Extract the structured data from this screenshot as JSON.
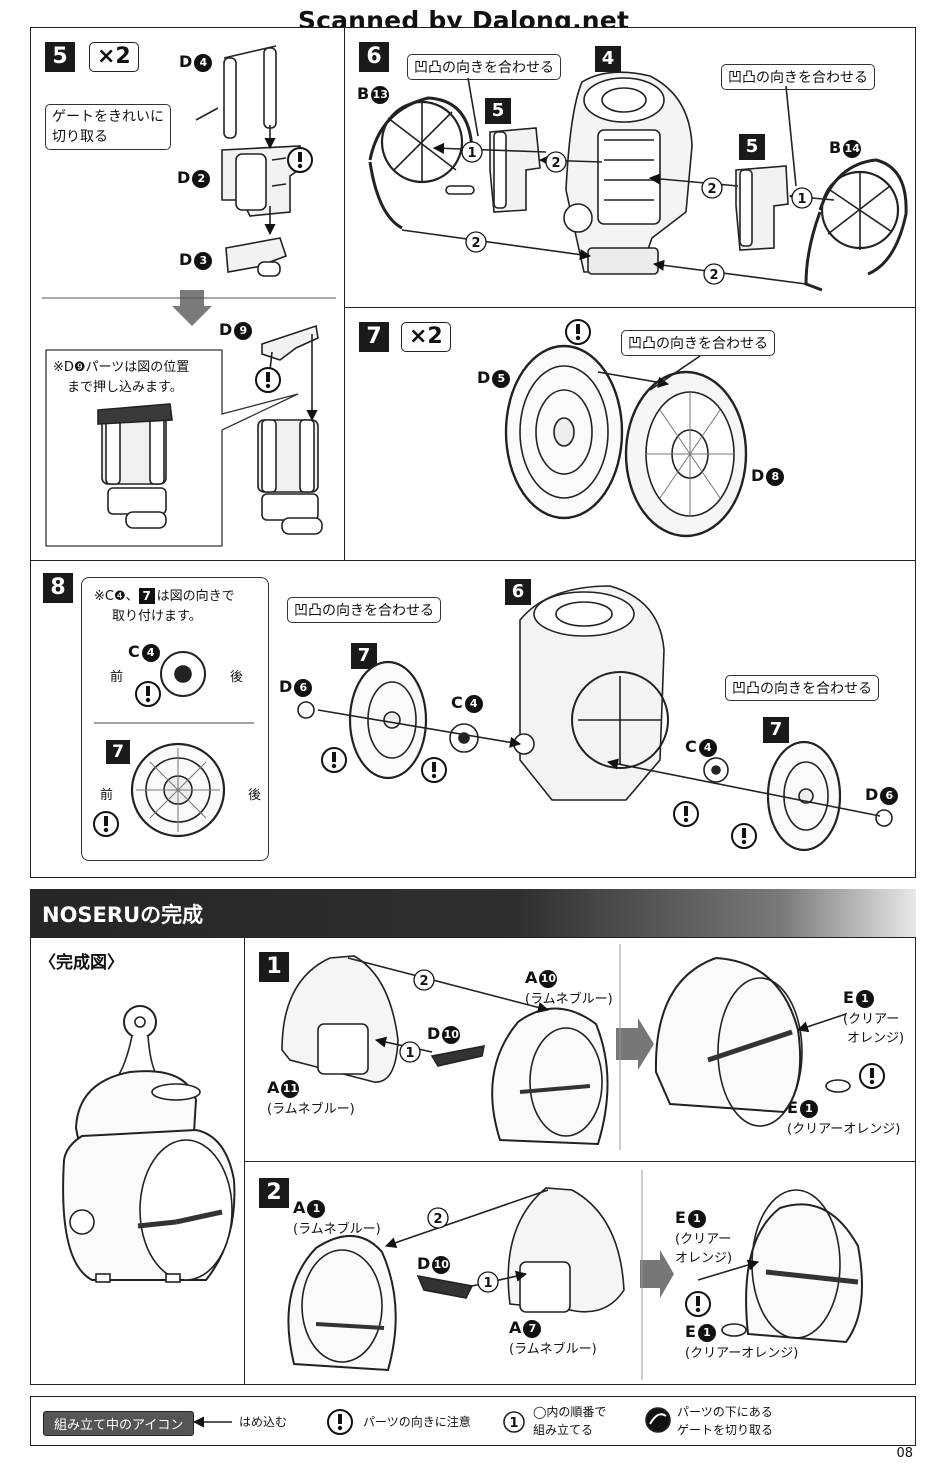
{
  "credit": "Scanned by Dalong.net",
  "page_number": "08",
  "steps": {
    "s5": {
      "num": "5",
      "multiplier": "×2",
      "parts": [
        {
          "letter": "D",
          "num": "4"
        },
        {
          "letter": "D",
          "num": "2"
        },
        {
          "letter": "D",
          "num": "3"
        },
        {
          "letter": "D",
          "num": "9"
        }
      ],
      "gate_callout_1": "ゲートをきれいに",
      "gate_callout_2": "切り取る",
      "note_line1": "※D❾パーツは図の位置",
      "note_line2": "まで押し込みます。"
    },
    "s6": {
      "num": "6",
      "callout_left": "凹凸の向きを合わせる",
      "callout_right": "凹凸の向きを合わせる",
      "ref_left": "5",
      "ref_center": "4",
      "ref_right": "5",
      "parts": [
        {
          "letter": "B",
          "num": "13"
        },
        {
          "letter": "B",
          "num": "14"
        }
      ],
      "order_1": "1",
      "order_2": "2"
    },
    "s7": {
      "num": "7",
      "multiplier": "×2",
      "callout": "凹凸の向きを合わせる",
      "parts": [
        {
          "letter": "D",
          "num": "5"
        },
        {
          "letter": "D",
          "num": "8"
        }
      ]
    },
    "s8": {
      "num": "8",
      "note_line1": "※C❹、",
      "note_ref": "7",
      "note_line1b": "は図の向きで",
      "note_line2": "取り付けます。",
      "part_c4": {
        "letter": "C",
        "num": "4"
      },
      "front": "前",
      "back": "後",
      "ref_7": "7",
      "callout_left": "凹凸の向きを合わせる",
      "callout_right": "凹凸の向きを合わせる",
      "ref_6": "6",
      "part_d6": {
        "letter": "D",
        "num": "6"
      }
    }
  },
  "noseru": {
    "title": "NOSERUの完成",
    "complete_label": "〈完成図〉",
    "step1": {
      "num": "1",
      "a10_letter": "A",
      "a10_num": "10",
      "a10_color": "(ラムネブルー)",
      "d10_letter": "D",
      "d10_num": "10",
      "a11_letter": "A",
      "a11_num": "11",
      "a11_color": "(ラムネブルー)",
      "e1_letter": "E",
      "e1_num": "1",
      "e1_color_top_1": "(クリアー",
      "e1_color_top_2": "オレンジ)",
      "e1_color_bottom": "(クリアーオレンジ)"
    },
    "step2": {
      "num": "2",
      "a1_letter": "A",
      "a1_num": "1",
      "a1_color": "(ラムネブルー)",
      "d10_letter": "D",
      "d10_num": "10",
      "a7_letter": "A",
      "a7_num": "7",
      "a7_color": "(ラムネブルー)",
      "e1_letter": "E",
      "e1_num": "1",
      "e1_color_top_1": "(クリアー",
      "e1_color_top_2": "オレンジ)",
      "e1_color_bottom": "(クリアーオレンジ)"
    }
  },
  "legend": {
    "badge": "組み立て中のアイコン",
    "insert": "はめ込む",
    "caution": "パーツの向きに注意",
    "order_line1": "◯内の順番で",
    "order_line2": "組み立てる",
    "gate_line1": "パーツの下にある",
    "gate_line2": "ゲートを切り取る"
  },
  "colors": {
    "ink": "#111111",
    "title_bar": "#2a2a2a",
    "arrow_gray": "#777777"
  }
}
